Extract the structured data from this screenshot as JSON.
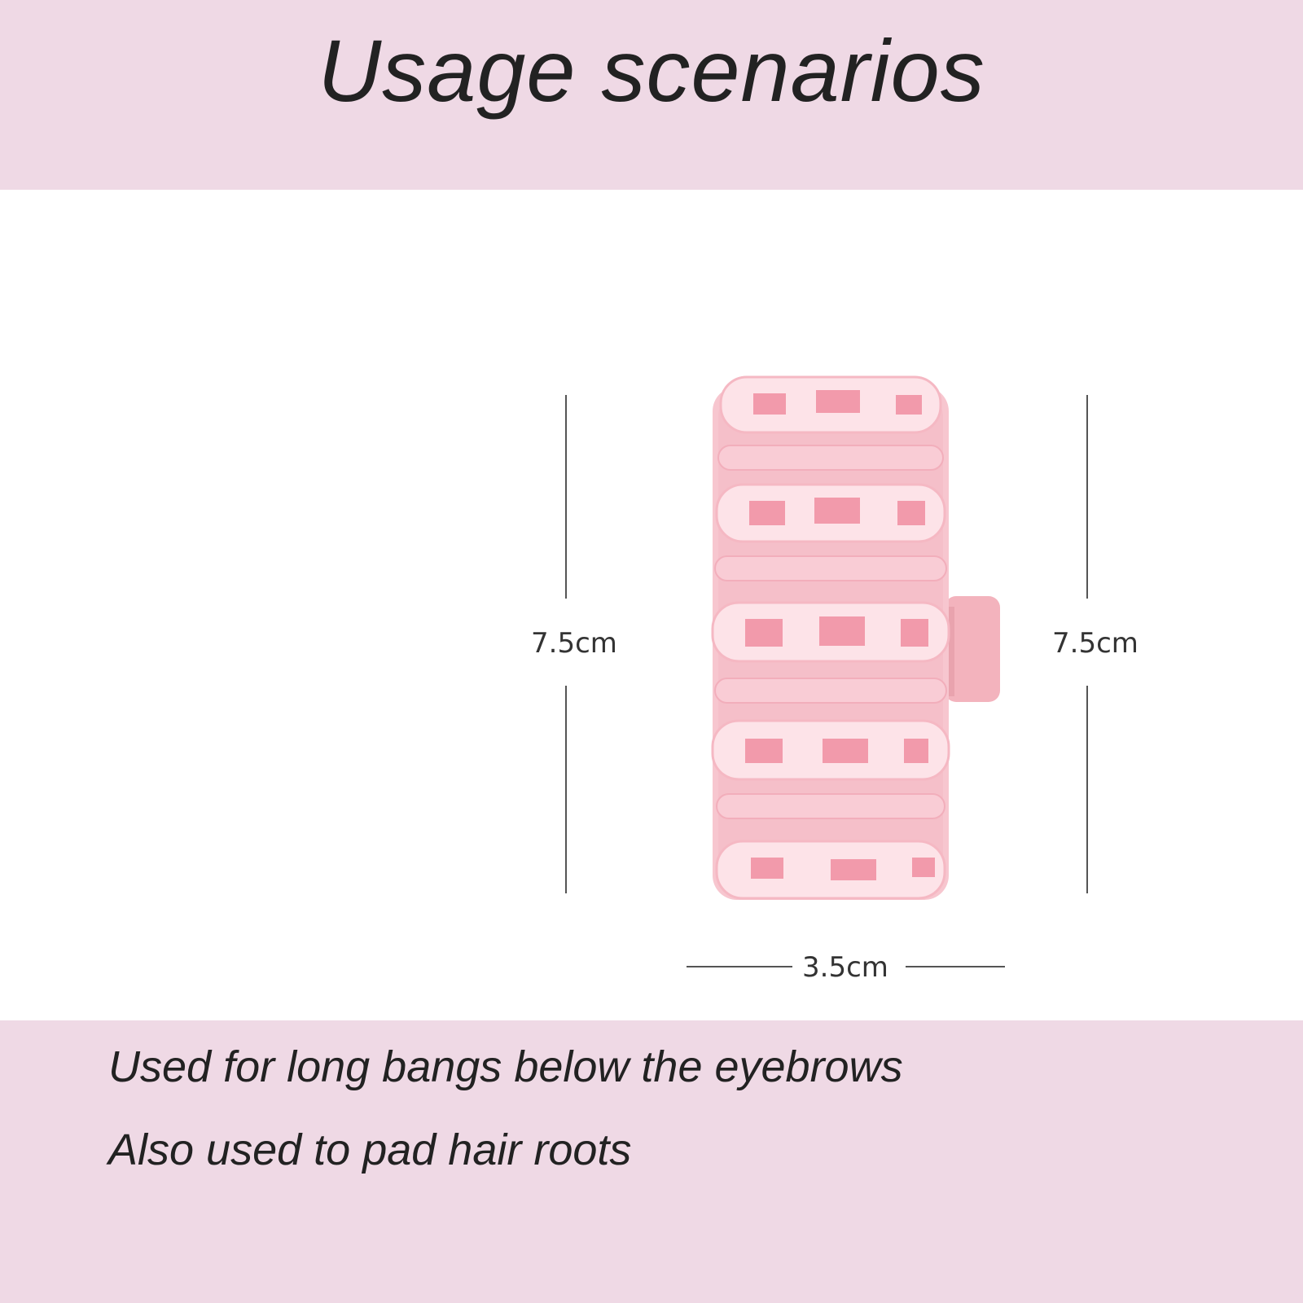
{
  "header": {
    "title": "Usage scenarios"
  },
  "dimensions": {
    "height_left": "7.5cm",
    "height_right": "7.5cm",
    "width": "3.5cm"
  },
  "description": {
    "line1": "Used for long bangs below the eyebrows",
    "line2": "Also used to pad hair roots"
  },
  "colors": {
    "band_background": "#efd9e5",
    "roller_pink": "#f7c6cf",
    "roller_ring": "#fde3e8",
    "clip_pink": "#f3b3bd"
  },
  "product": {
    "icon": "pink-hair-roller-clip"
  }
}
